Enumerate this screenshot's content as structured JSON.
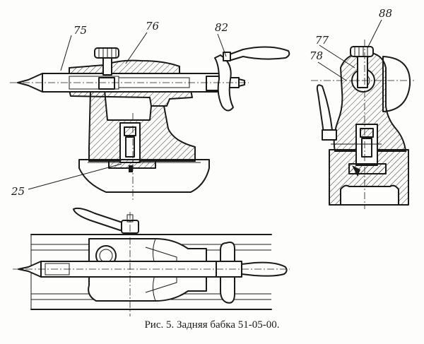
{
  "caption": "Рис. 5. Задняя бабка 51-05-00.",
  "callouts": {
    "c75": "75",
    "c76": "76",
    "c82": "82",
    "c25": "25",
    "c77": "77",
    "c78": "78",
    "c88": "88"
  }
}
